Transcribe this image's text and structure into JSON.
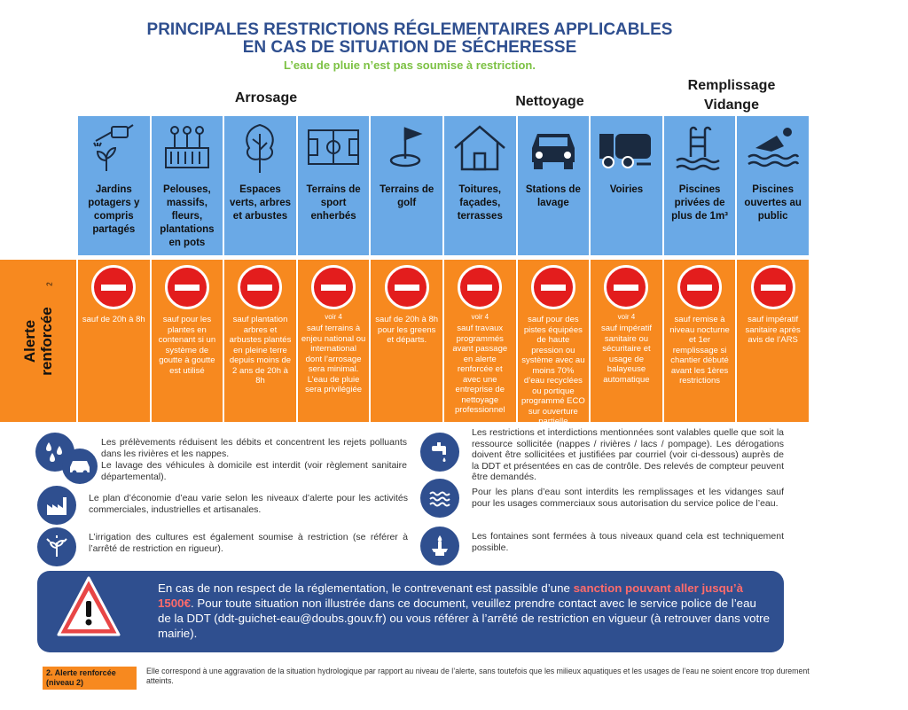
{
  "title": {
    "line1": "PRINCIPALES RESTRICTIONS RÉGLEMENTAIRES APPLICABLES",
    "line2": "EN CAS DE SITUATION DE SÉCHERESSE",
    "subtitle": "L’eau de pluie n’est pas soumise à restriction."
  },
  "groups": {
    "arrosage": "Arrosage",
    "nettoyage": "Nettoyage",
    "remplissage_line1": "Remplissage",
    "remplissage_line2": "Vidange"
  },
  "alert": {
    "line1": "Alerte",
    "line2": "renforcée",
    "superscript": "2"
  },
  "columns": [
    {
      "icon": "watering-plant-icon",
      "label": "Jardins potagers y compris partagés",
      "note": "",
      "text": "sauf de 20h à 8h"
    },
    {
      "icon": "flower-bed-icon",
      "label": "Pelouses, massifs, fleurs, plantations en pots",
      "note": "",
      "text": "sauf pour les plantes en contenant si un système de goutte à goutte est utilisé"
    },
    {
      "icon": "trees-icon",
      "label": "Espaces verts, arbres et arbustes",
      "note": "",
      "text": "sauf plantation arbres et arbustes plantés en pleine terre depuis moins de 2 ans de 20h à 8h"
    },
    {
      "icon": "sports-field-icon",
      "label": "Terrains de sport enherbés",
      "note": "voir 4",
      "text": "sauf terrains à enjeu national ou international dont l’arrosage sera minimal. L’eau de pluie sera privilégiée"
    },
    {
      "icon": "golf-flag-icon",
      "label": "Terrains de golf",
      "note": "",
      "text": "sauf de 20h à 8h pour les greens et départs."
    },
    {
      "icon": "house-icon",
      "label": "Toitures, façades, terrasses",
      "note": "voir 4",
      "text": "sauf travaux programmés avant passage en alerte renforcée et avec une entreprise de nettoyage professionnel"
    },
    {
      "icon": "car-icon",
      "label": "Stations de lavage",
      "note": "",
      "text": "sauf pour des pistes équipées de haute pression ou système avec au moins 70% d’eau recyclées ou portique programmé ECO sur ouverture partielle"
    },
    {
      "icon": "street-sweeper-icon",
      "label": "Voiries",
      "note": "voir 4",
      "text": "sauf impératif sanitaire ou sécuritaire et usage de balayeuse automatique"
    },
    {
      "icon": "pool-ladder-icon",
      "label": "Piscines privées de plus de 1m³",
      "note": "",
      "text": "sauf remise à niveau nocturne et 1er remplissage si chantier débuté avant les 1ères restrictions"
    },
    {
      "icon": "swimmer-icon",
      "label": "Piscines ouvertes au public",
      "note": "",
      "text": "sauf impératif sanitaire après avis de l’ARS"
    }
  ],
  "info_left": [
    {
      "icon": "water-drops-icon",
      "text": "Les prélèvements réduisent les débits et concentrent les rejets polluants dans les rivières et les nappes."
    },
    {
      "icon": "car-wash-icon",
      "text": "Le lavage des véhicules à domicile est interdit (voir règlement sanitaire départemental)."
    },
    {
      "icon": "factory-icon",
      "text": "Le plan d’économie d’eau varie selon les niveaux d’alerte pour les activités commerciales, industrielles et artisanales."
    },
    {
      "icon": "crop-irrigation-icon",
      "text": "L’irrigation des cultures est également soumise à restriction (se référer à l’arrêté de restriction en rigueur)."
    }
  ],
  "info_right": [
    {
      "icon": "faucet-icon",
      "text": "Les restrictions et interdictions mentionnées sont valables quelle que soit la ressource sollicitée (nappes / rivières / lacs / pompage). Les dérogations doivent être sollicitées et justifiées par courriel (voir ci-dessous) auprès de la DDT et présentées en cas de contrôle. Des relevés de compteur peuvent être demandés."
    },
    {
      "icon": "water-waves-icon",
      "text": "Pour les plans d’eau sont interdits les remplissages et les vidanges sauf pour les usages commerciaux sous autorisation du service police de l’eau."
    },
    {
      "icon": "fountain-icon",
      "text": "Les fontaines sont fermées à tous niveaux quand cela est techniquement possible."
    }
  ],
  "banner": {
    "icon": "warning-triangle-icon",
    "text_before": "En cas de non respect de la réglementation, le contrevenant est passible d’une ",
    "highlight": "sanction pouvant aller jusqu’à 1500€",
    "text_after": ". Pour toute situation non illustrée dans ce document, veuillez prendre contact avec le service police de l’eau de la DDT (ddt-guichet-eau@doubs.gouv.fr) ou vous référer à l’arrêté de restriction en vigueur (à retrouver dans votre mairie)."
  },
  "footnote": {
    "tag": "2. Alerte renforcée (niveau 2)",
    "text": "Elle correspond à une aggravation de la situation hydrologique par rapport au niveau de l’alerte, sans toutefois que les milieux aquatiques et les usages de l’eau ne soient encore trop durement atteints."
  },
  "colors": {
    "blue_cell": "#6aa9e6",
    "orange_cell": "#f7891f",
    "navy": "#2f4f8f",
    "green_subtitle": "#7cc143",
    "no_entry_red": "#e31d1d",
    "sanction_red": "#ff6b6b"
  }
}
